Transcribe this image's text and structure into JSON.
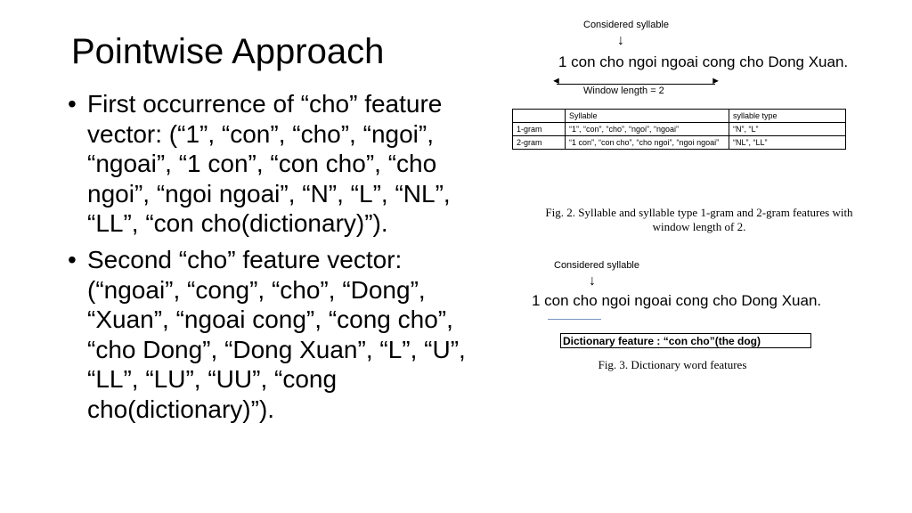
{
  "slide": {
    "title": "Pointwise Approach",
    "bullets": [
      "First occurrence of “cho” feature vector: (“1”, “con”, “cho”, “ngoi”, “ngoai”, “1 con”, “con cho”, “cho ngoi”, “ngoi ngoai”, “N”, “L”, “NL”, “LL”, “con cho(dictionary)”).",
      "Second “cho” feature vector: (“ngoai”, “cong”, “cho”, “Dong”, “Xuan”, “ngoai cong”, “cong cho”, “cho Dong”, “Dong Xuan”, “L”, “U”, “LL”, “LU”, “UU”, “cong cho(dictionary)”)."
    ]
  },
  "figure2": {
    "considered_label": "Considered syllable",
    "sentence": "1 con cho ngoi ngoai cong cho Dong Xuan.",
    "window_label": "Window length = 2",
    "table": {
      "headers": [
        "",
        "Syllable",
        "syllable type"
      ],
      "rows": [
        [
          "1-gram",
          "“1”, “con”, “cho”, “ngoi”, “ngoai”",
          "“N”, “L”"
        ],
        [
          "2-gram",
          "“1 con”, “con cho”, “cho ngoi”, “ngoi ngoai”",
          "“NL”, “LL”"
        ]
      ]
    },
    "caption_line1": "Fig. 2. Syllable and syllable type 1-gram and 2-gram features with",
    "caption_line2": "window length of 2."
  },
  "figure3": {
    "considered_label": "Considered syllable",
    "sentence": "1 con cho ngoi ngoai cong cho Dong Xuan.",
    "dictionary_feature": "Dictionary feature : “con cho”(the dog)",
    "caption": "Fig. 3. Dictionary word features"
  }
}
